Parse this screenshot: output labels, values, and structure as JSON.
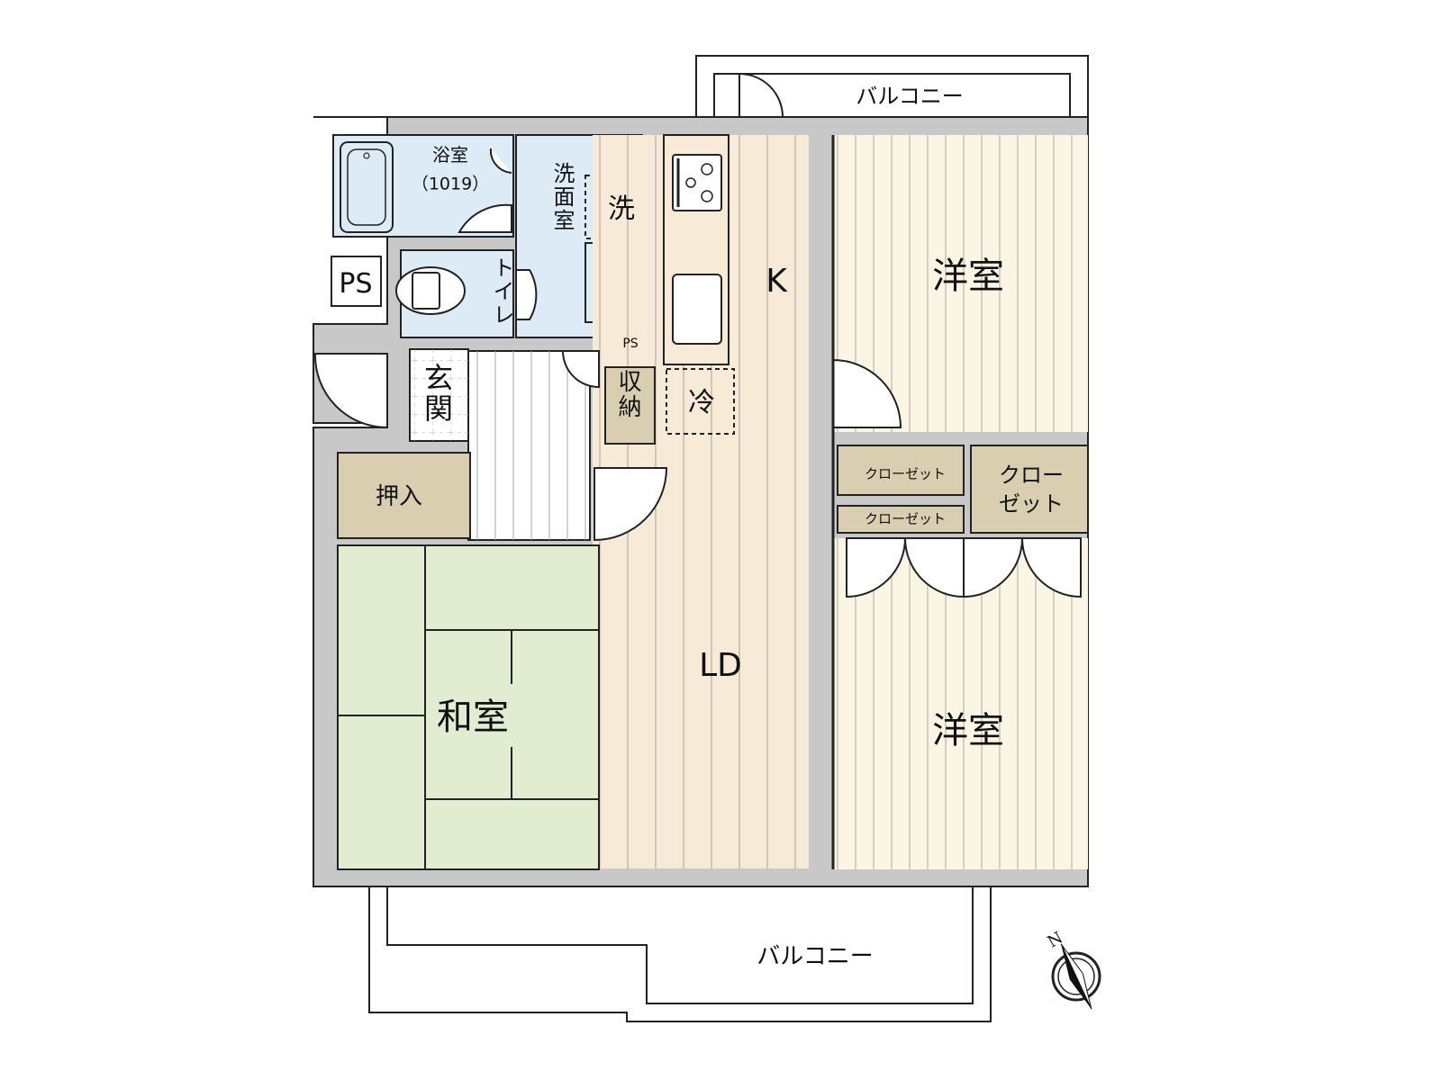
{
  "colors": {
    "wall": "#c8c8c8",
    "wall_stroke": "#222222",
    "wet_area": "#dcebf5",
    "kitchen_ld": "#f7ead6",
    "western_room": "#fbf6e4",
    "tatami": "#e2ecd0",
    "storage": "#d9ceb0",
    "hall": "#ffffff",
    "balcony": "#ffffff"
  },
  "rooms": {
    "bathroom": {
      "label": "浴室",
      "sub": "（1019）"
    },
    "washroom": {
      "label": "洗面室"
    },
    "washer": {
      "label": "洗"
    },
    "toilet": {
      "label": "トイレ"
    },
    "ps_large": {
      "label": "PS"
    },
    "ps_small": {
      "label": "PS"
    },
    "kitchen": {
      "label": "K"
    },
    "fridge": {
      "label": "冷"
    },
    "storage": {
      "label": "収納"
    },
    "entrance": {
      "label": "玄関"
    },
    "oshiire": {
      "label": "押入"
    },
    "washitsu": {
      "label": "和室"
    },
    "ld": {
      "label": "LD"
    },
    "western_room_north": {
      "label": "洋室"
    },
    "western_room_south": {
      "label": "洋室"
    },
    "closet_small_1": {
      "label": "クローゼット"
    },
    "closet_small_2": {
      "label": "クローゼット"
    },
    "closet_large": {
      "label": "クロー\nゼット",
      "line1": "クロー",
      "line2": "ゼット"
    },
    "balcony_north": {
      "label": "バルコニー"
    },
    "balcony_south": {
      "label": "バルコニー"
    }
  },
  "compass": {
    "label": "N",
    "rotation_deg": -25
  }
}
